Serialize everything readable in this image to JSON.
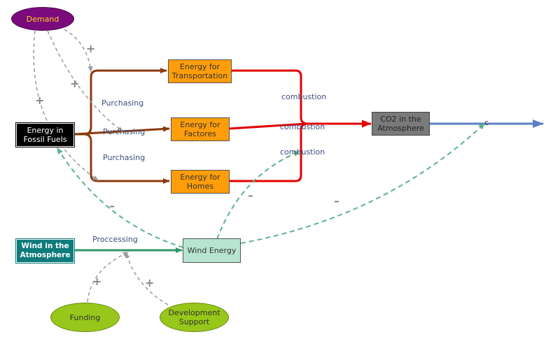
{
  "nodes": {
    "demand": "Demand",
    "fossil": "Energy in Fossil Fuels",
    "transport": "Energy for Transportation",
    "factories": "Energy for Factores",
    "homes": "Energy for Homes",
    "co2": "CO2 in the Atmosphere",
    "wind_atm": "Wind in the Atmosphere",
    "wind_energy": "Wind Energy",
    "funding": "Funding",
    "dev_support": "Development Support"
  },
  "labels": {
    "purchasing_1": "Purchasing",
    "purchasing_2": "Purchasing",
    "purchasing_3": "Purchasing",
    "combustion_1": "combustion",
    "combustion_2": "combustion",
    "combustion_3": "combustion",
    "processing": "Proccessing",
    "c": "c"
  },
  "signs": {
    "plus": "+",
    "minus": "–"
  },
  "colors": {
    "demand_fill": "#7b0b7d",
    "demand_text": "#ffd21a",
    "fossil_fill": "#000000",
    "energy_fill": "#ff9d0a",
    "co2_fill": "#7a7a7a",
    "wind_atm_fill": "#0e7b7b",
    "wind_energy_fill": "#b7e4d0",
    "green_fill": "#97c71a",
    "brown_flow": "#8b3a0c",
    "red_flow": "#e30000",
    "blue_flow": "#5b7fc3",
    "wind_flow": "#2f9566",
    "dashed_gray": "#9a9a9a",
    "dashed_green": "#5bb38a"
  }
}
